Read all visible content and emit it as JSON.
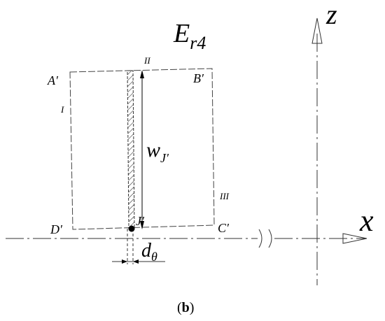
{
  "figure": {
    "title_main": "E",
    "title_sub": "r4",
    "caption_open": "(",
    "caption_letter": "b",
    "caption_close": ")"
  },
  "axes": {
    "x_label": "x",
    "z_label": "z"
  },
  "corners": {
    "a": "A′",
    "b": "B′",
    "c": "C′",
    "d": "D′",
    "j": "J′"
  },
  "sides": {
    "left": "I",
    "top": "II",
    "right": "III"
  },
  "measurements": {
    "w_main": "w",
    "w_sub": "J′",
    "d_main": "d",
    "d_sub": "θ"
  },
  "colors": {
    "line": "#333333",
    "text": "#000000"
  }
}
